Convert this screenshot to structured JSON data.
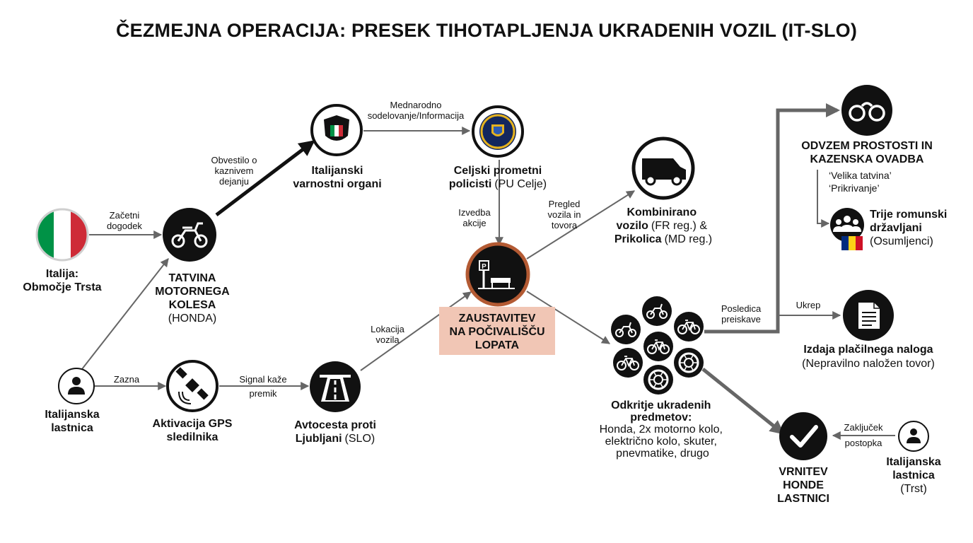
{
  "title": "ČEZMEJNA OPERACIJA: PRESEK TIHOTAPLJENJA UKRADENIH VOZIL (IT-SLO)",
  "colors": {
    "dark": "#111111",
    "edge": "#666666",
    "highlight": "#f1c6b5",
    "ring": "#b35a33",
    "flag_green": "#009246",
    "flag_red": "#ce2b37",
    "flag_white": "#ffffff"
  },
  "nodes": {
    "italy": {
      "icon": "italy-flag-icon",
      "lines": [
        "Italija:",
        "Območje Trsta"
      ]
    },
    "theft": {
      "icon": "motorcycle-icon",
      "bold": [
        "TATVINA",
        "MOTORNEGA",
        "KOLESA"
      ],
      "normal": "(HONDA)"
    },
    "it_security": {
      "icon": "police-badge-icon",
      "bold": [
        "Italijanski",
        "varnostni organi"
      ]
    },
    "celje_police": {
      "icon": "slovenian-police-badge-icon",
      "bold": [
        "Celjski prometni",
        "policisti"
      ],
      "normal": "(PU Celje)"
    },
    "stop": {
      "icon": "rest-area-icon",
      "lines": [
        "ZAUSTAVITEV",
        "NA POČIVALIŠČU",
        "LOPATA"
      ]
    },
    "vehicle": {
      "icon": "van-icon",
      "bold": [
        "Kombinirano",
        "vozilo",
        "Prikolica"
      ],
      "reg1": "(FR reg.) &",
      "reg2": "(MD reg.)"
    },
    "owner": {
      "icon": "person-icon",
      "lines": [
        "Italijanska",
        "lastnica"
      ]
    },
    "gps": {
      "icon": "satellite-icon",
      "lines": [
        "Aktivacija GPS",
        "sledilnika"
      ]
    },
    "highway": {
      "icon": "highway-icon",
      "bold": [
        "Avtocesta proti",
        "Ljubljani"
      ],
      "normal": "(SLO)"
    },
    "items": {
      "bold": [
        "Odkritje ukradenih",
        "predmetov:"
      ],
      "details": [
        "Honda, 2x motorno kolo,",
        "električno kolo, skuter,",
        "pnevmatike, drugo"
      ]
    },
    "arrest": {
      "icon": "handcuffs-icon",
      "bold": [
        "ODVZEM PROSTOSTI IN",
        "KAZENSKA OVADBA"
      ],
      "charges": [
        "‘Velika tatvina’",
        "‘Prikrivanje’"
      ]
    },
    "romanians": {
      "icon": "group-icon",
      "bold": [
        "Trije romunski",
        "državljani"
      ],
      "normal": "(Osumljenci)"
    },
    "fine": {
      "icon": "document-icon",
      "bold": "Izdaja plačilnega naloga",
      "normal": "(Nepravilno naložen tovor)"
    },
    "return": {
      "icon": "checkmark-icon",
      "lines": [
        "VRNITEV",
        "HONDE",
        "LASTNICI"
      ]
    },
    "owner2": {
      "icon": "person-icon",
      "bold": [
        "Italijanska",
        "lastnica"
      ],
      "normal": "(Trst)"
    }
  },
  "item_icons": [
    "motorcycle-icon",
    "motorcycle-icon",
    "bicycle-icon",
    "bicycle-icon",
    "bicycle-icon",
    "bicycle-icon",
    "tire-icon",
    "tire-icon"
  ],
  "edges": {
    "start": [
      "Začetni",
      "dogodek"
    ],
    "report": [
      "Obvestilo o",
      "kaznivem",
      "dejanju"
    ],
    "intl": [
      "Mednarodno",
      "sodelovanje/Informacija"
    ],
    "action": [
      "Izvedba",
      "akcije"
    ],
    "inspect": [
      "Pregled",
      "vozila in",
      "tovora"
    ],
    "detect": "Zazna",
    "signal": [
      "Signal kaže",
      "premik"
    ],
    "location": [
      "Lokacija",
      "vozila"
    ],
    "consequence": [
      "Posledica",
      "preiskave"
    ],
    "measure": "Ukrep",
    "conclusion": [
      "Zaključek",
      "postopka"
    ]
  }
}
